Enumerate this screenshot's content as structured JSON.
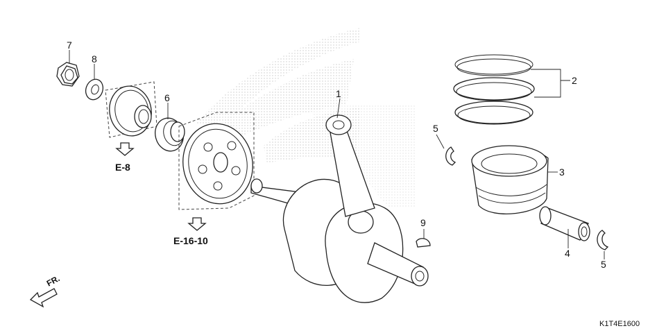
{
  "callouts": {
    "c1": "1",
    "c2": "2",
    "c3": "3",
    "c4": "4",
    "c5a": "5",
    "c5b": "5",
    "c6": "6",
    "c7": "7",
    "c8": "8",
    "c9": "9"
  },
  "references": {
    "e8": "E-8",
    "e1610": "E-16-10"
  },
  "direction": "FR.",
  "diagram_code": "K1T4E1600",
  "colors": {
    "line": "#222222",
    "watermark": "#c8c8c8"
  }
}
